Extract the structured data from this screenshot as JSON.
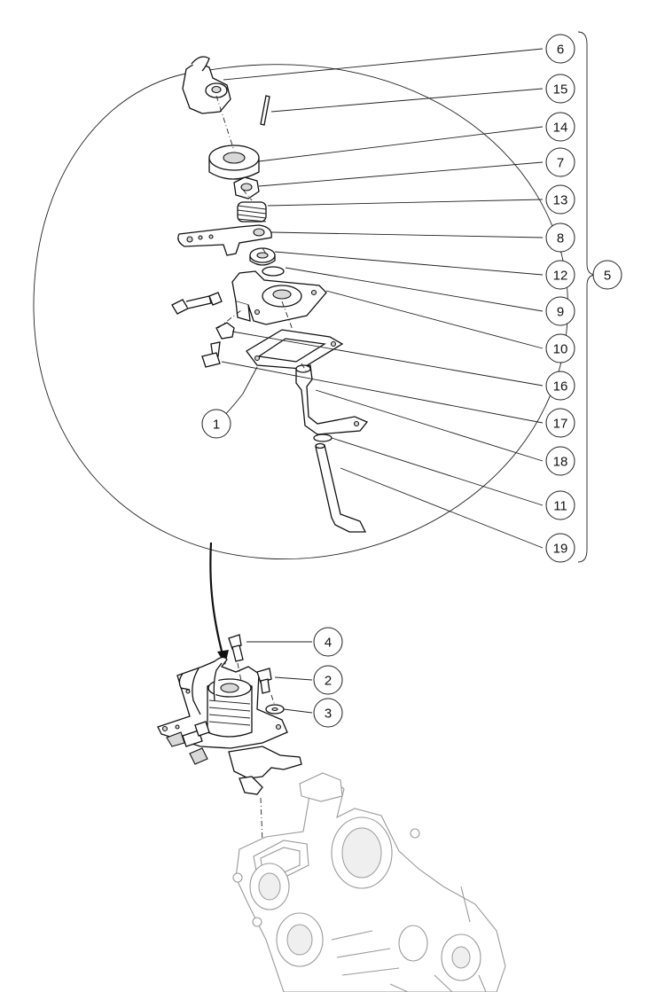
{
  "figure": {
    "type": "exploded-parts-diagram",
    "callouts": [
      "6",
      "15",
      "14",
      "7",
      "13",
      "8",
      "12",
      "9",
      "10",
      "16",
      "17",
      "18",
      "11",
      "19",
      "5",
      "1",
      "4",
      "2",
      "3"
    ]
  }
}
